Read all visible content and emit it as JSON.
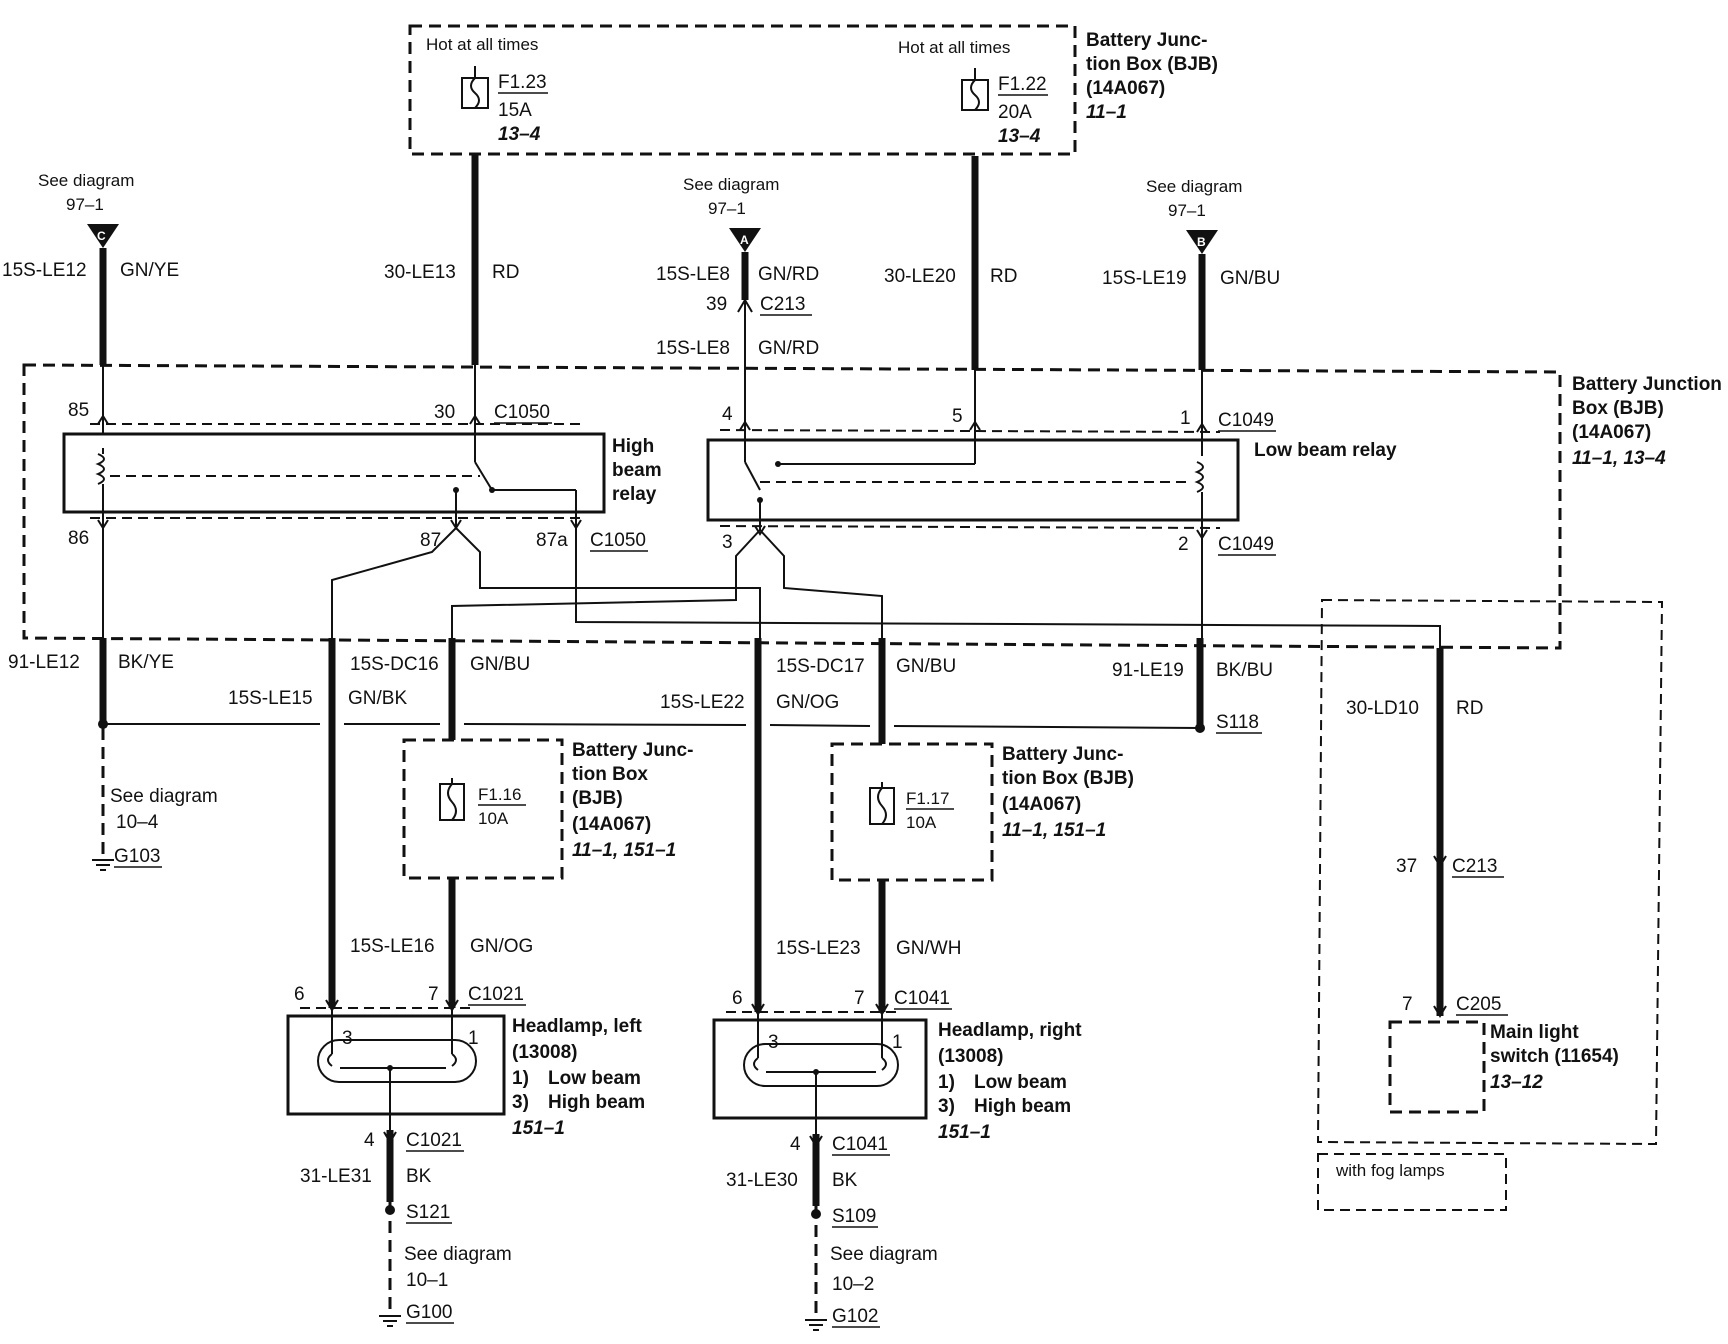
{
  "top_bjb": {
    "hot_left": "Hot at all times",
    "hot_right": "Hot at all times",
    "fuse_a": {
      "id": "F1.23",
      "amps": "15A",
      "ref": "13–4"
    },
    "fuse_b": {
      "id": "F1.22",
      "amps": "20A",
      "ref": "13–4"
    },
    "label_1": "Battery Junc-",
    "label_2": "tion Box (BJB)",
    "label_3": "(14A067)",
    "label_ref": "11–1"
  },
  "refs": {
    "c": {
      "see": "See diagram",
      "page": "97–1",
      "letter": "C"
    },
    "a": {
      "see": "See diagram",
      "page": "97–1",
      "letter": "A"
    },
    "b": {
      "see": "See diagram",
      "page": "97–1",
      "letter": "B"
    }
  },
  "wires": {
    "w_15s_le12": "15S-LE12",
    "c_gn_ye": "GN/YE",
    "w_30_le13": "30-LE13",
    "c_rd_1": "RD",
    "w_15s_le8_a": "15S-LE8",
    "c_gn_rd_a": "GN/RD",
    "pin_39": "39",
    "conn_c213_a": "C213",
    "w_15s_le8_b": "15S-LE8",
    "c_gn_rd_b": "GN/RD",
    "w_30_le20": "30-LE20",
    "c_rd_2": "RD",
    "w_15s_le19": "15S-LE19",
    "c_gn_bu_1": "GN/BU",
    "w_91_le12": "91-LE12",
    "c_bk_ye": "BK/YE",
    "w_15s_dc16": "15S-DC16",
    "c_gn_bu_2": "GN/BU",
    "w_15s_le15": "15S-LE15",
    "c_gn_bk": "GN/BK",
    "w_15s_le22": "15S-LE22",
    "c_gn_og_1": "GN/OG",
    "w_15s_dc17": "15S-DC17",
    "c_gn_bu_3": "GN/BU",
    "w_91_le19": "91-LE19",
    "c_bk_bu": "BK/BU",
    "s118": "S118",
    "w_30_ld10": "30-LD10",
    "c_rd_3": "RD",
    "w_15s_le16": "15S-LE16",
    "c_gn_og_2": "GN/OG",
    "w_15s_le23": "15S-LE23",
    "c_gn_wh": "GN/WH",
    "w_31_le31": "31-LE31",
    "c_bk_1": "BK",
    "w_31_le30": "31-LE30",
    "c_bk_2": "BK"
  },
  "relay_box": {
    "label_1": "Battery Junction",
    "label_2": "Box (BJB)",
    "label_3": "(14A067)",
    "label_ref": "11–1, 13–4",
    "high_relay_1": "High",
    "high_relay_2": "beam",
    "high_relay_3": "relay",
    "low_relay": "Low beam relay",
    "pin_85": "85",
    "pin_30": "30",
    "conn_c1050_a": "C1050",
    "pin_86": "86",
    "pin_87": "87",
    "pin_87a": "87a",
    "conn_c1050_b": "C1050",
    "pin_4": "4",
    "pin_5": "5",
    "pin_1": "1",
    "conn_c1049_a": "C1049",
    "pin_3": "3",
    "pin_2": "2",
    "conn_c1049_b": "C1049"
  },
  "left_bjb": {
    "label_1": "Battery Junc-",
    "label_2": "tion Box",
    "label_3": "(BJB)",
    "label_4": "(14A067)",
    "label_ref": "11–1, 151–1",
    "fuse": "F1.16",
    "amps": "10A"
  },
  "right_bjb": {
    "label_1": "Battery Junc-",
    "label_2": "tion Box (BJB)",
    "label_3": "(14A067)",
    "label_ref": "11–1, 151–1",
    "fuse": "F1.17",
    "amps": "10A"
  },
  "ground_left": {
    "see": "See diagram",
    "page": "10–4",
    "conn": "G103"
  },
  "headlamp_left": {
    "pin_6": "6",
    "pin_7": "7",
    "conn_top": "C1021",
    "term_3": "3",
    "term_1": "1",
    "name": "Headlamp, left",
    "part": "(13008)",
    "low_n": "1)",
    "low": "Low beam",
    "high_n": "3)",
    "high": "High beam",
    "ref": "151–1",
    "pin_4": "4",
    "conn_bottom": "C1021",
    "splice": "S121",
    "see": "See diagram",
    "page": "10–1",
    "ground": "G100"
  },
  "headlamp_right": {
    "pin_6": "6",
    "pin_7": "7",
    "conn_top": "C1041",
    "term_3": "3",
    "term_1": "1",
    "name": "Headlamp, right",
    "part": "(13008)",
    "low_n": "1)",
    "low": "Low beam",
    "high_n": "3)",
    "high": "High beam",
    "ref": "151–1",
    "pin_4": "4",
    "conn_bottom": "C1041",
    "splice": "S109",
    "see": "See diagram",
    "page": "10–2",
    "ground": "G102"
  },
  "switch": {
    "pin_37": "37",
    "conn_c213": "C213",
    "pin_7": "7",
    "conn_c205": "C205",
    "name_1": "Main light",
    "name_2": "switch (11654)",
    "ref": "13–12",
    "fog": "with fog lamps"
  }
}
